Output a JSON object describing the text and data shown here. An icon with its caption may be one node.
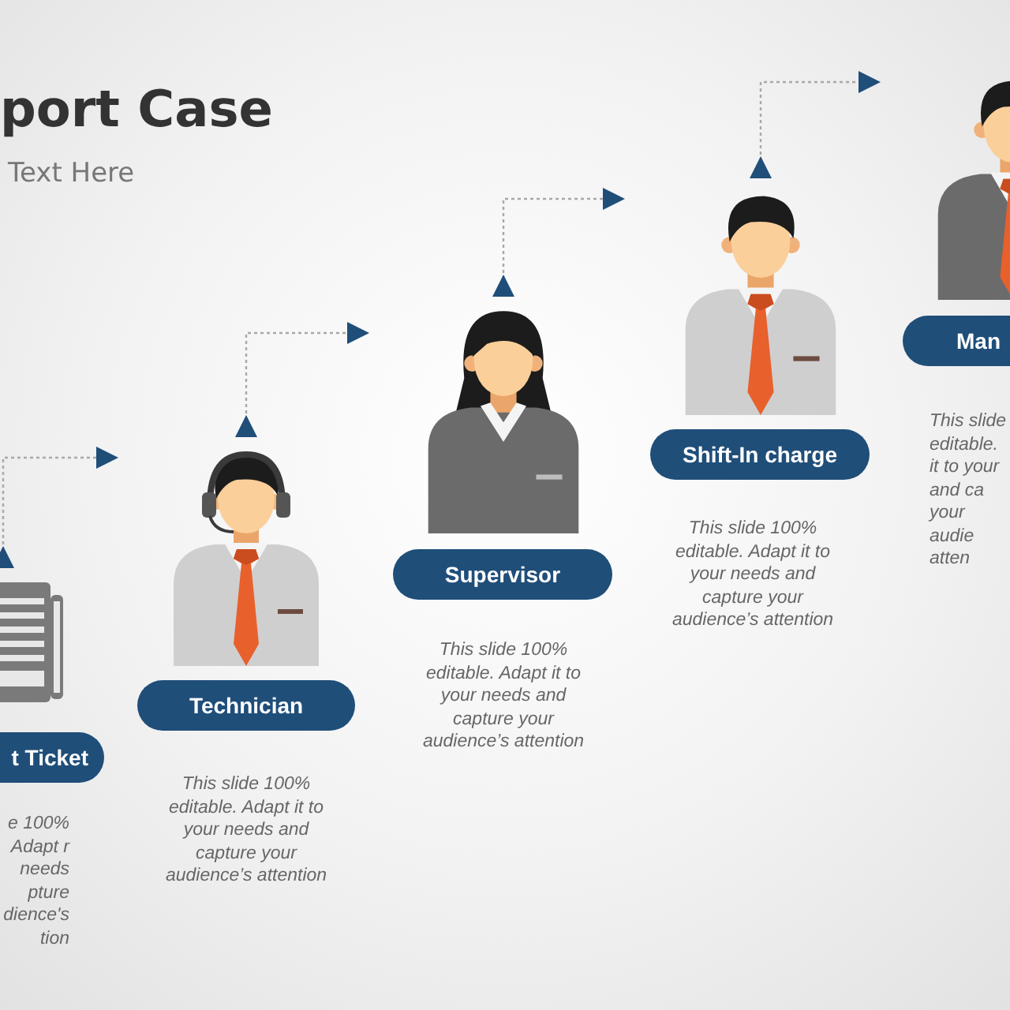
{
  "diagram": {
    "title": "port Case",
    "nodes": [
      {
        "text": [],
        "shape": "picture"
      },
      {
        "text": [
          "t Ticket"
        ],
        "beside": [
          "e 100% Adapt r needs pture dience's tion"
        ]
      },
      {
        "text": [],
        "shape": "picture"
      },
      {
        "text": [
          "Technician"
        ],
        "beside": [
          "This slide 100% editable. Adapt it to your needs and capture your audience’s attention"
        ]
      },
      {
        "text": [],
        "shape": "picture"
      },
      {
        "text": [
          "Supervisor"
        ],
        "beside": [
          "This slide 100% editable. Adapt it to your needs and capture your audience’s attention"
        ]
      },
      {
        "text": [],
        "shape": "picture"
      },
      {
        "text": [
          "Shift-In charge"
        ],
        "beside": [
          "This slide 100% editable. Adapt it to your needs and capture your audience’s attention"
        ]
      },
      {
        "text": [],
        "shape": "picture"
      },
      {
        "text": [
          "Man"
        ],
        "beside": [
          "This slide editable. it to your and ca your audie atten"
        ]
      }
    ],
    "edges": [
      {
        "from": 0,
        "to": null,
        "arrow": "to",
        "style": "dashed"
      },
      {
        "from": 2,
        "to": null,
        "arrow": "to",
        "style": "dashed"
      },
      {
        "from": 4,
        "to": null,
        "arrow": "to",
        "style": "dashed"
      },
      {
        "from": 6,
        "to": null,
        "arrow": "to",
        "style": "dashed"
      }
    ],
    "labels": [
      "Text Here"
    ]
  }
}
